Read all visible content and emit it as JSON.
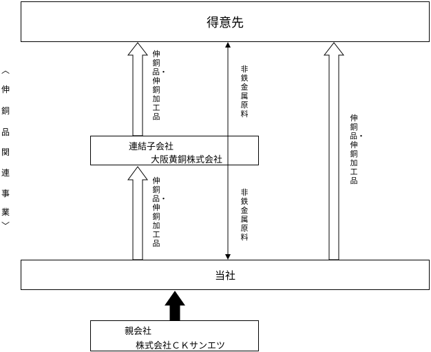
{
  "customer": {
    "label": "得意先"
  },
  "subsidiary": {
    "role": "連結子会社",
    "name": "大阪黄銅株式会社"
  },
  "company": {
    "label": "当社"
  },
  "parent": {
    "role": "親会社",
    "name": "株式会社ＣＫサンエツ"
  },
  "flows": {
    "sub_to_customer": "伸銅品・伸銅加工品",
    "raw_top": "非鉄金属原料",
    "company_to_sub": "伸銅品・伸銅加工品",
    "raw_bottom": "非鉄金属原料",
    "company_to_customer": "伸銅品・伸銅加工品"
  },
  "side_label": {
    "chars": [
      "︿",
      "伸",
      "銅",
      "品",
      "関",
      "連",
      "事",
      "業",
      "﹀"
    ]
  }
}
